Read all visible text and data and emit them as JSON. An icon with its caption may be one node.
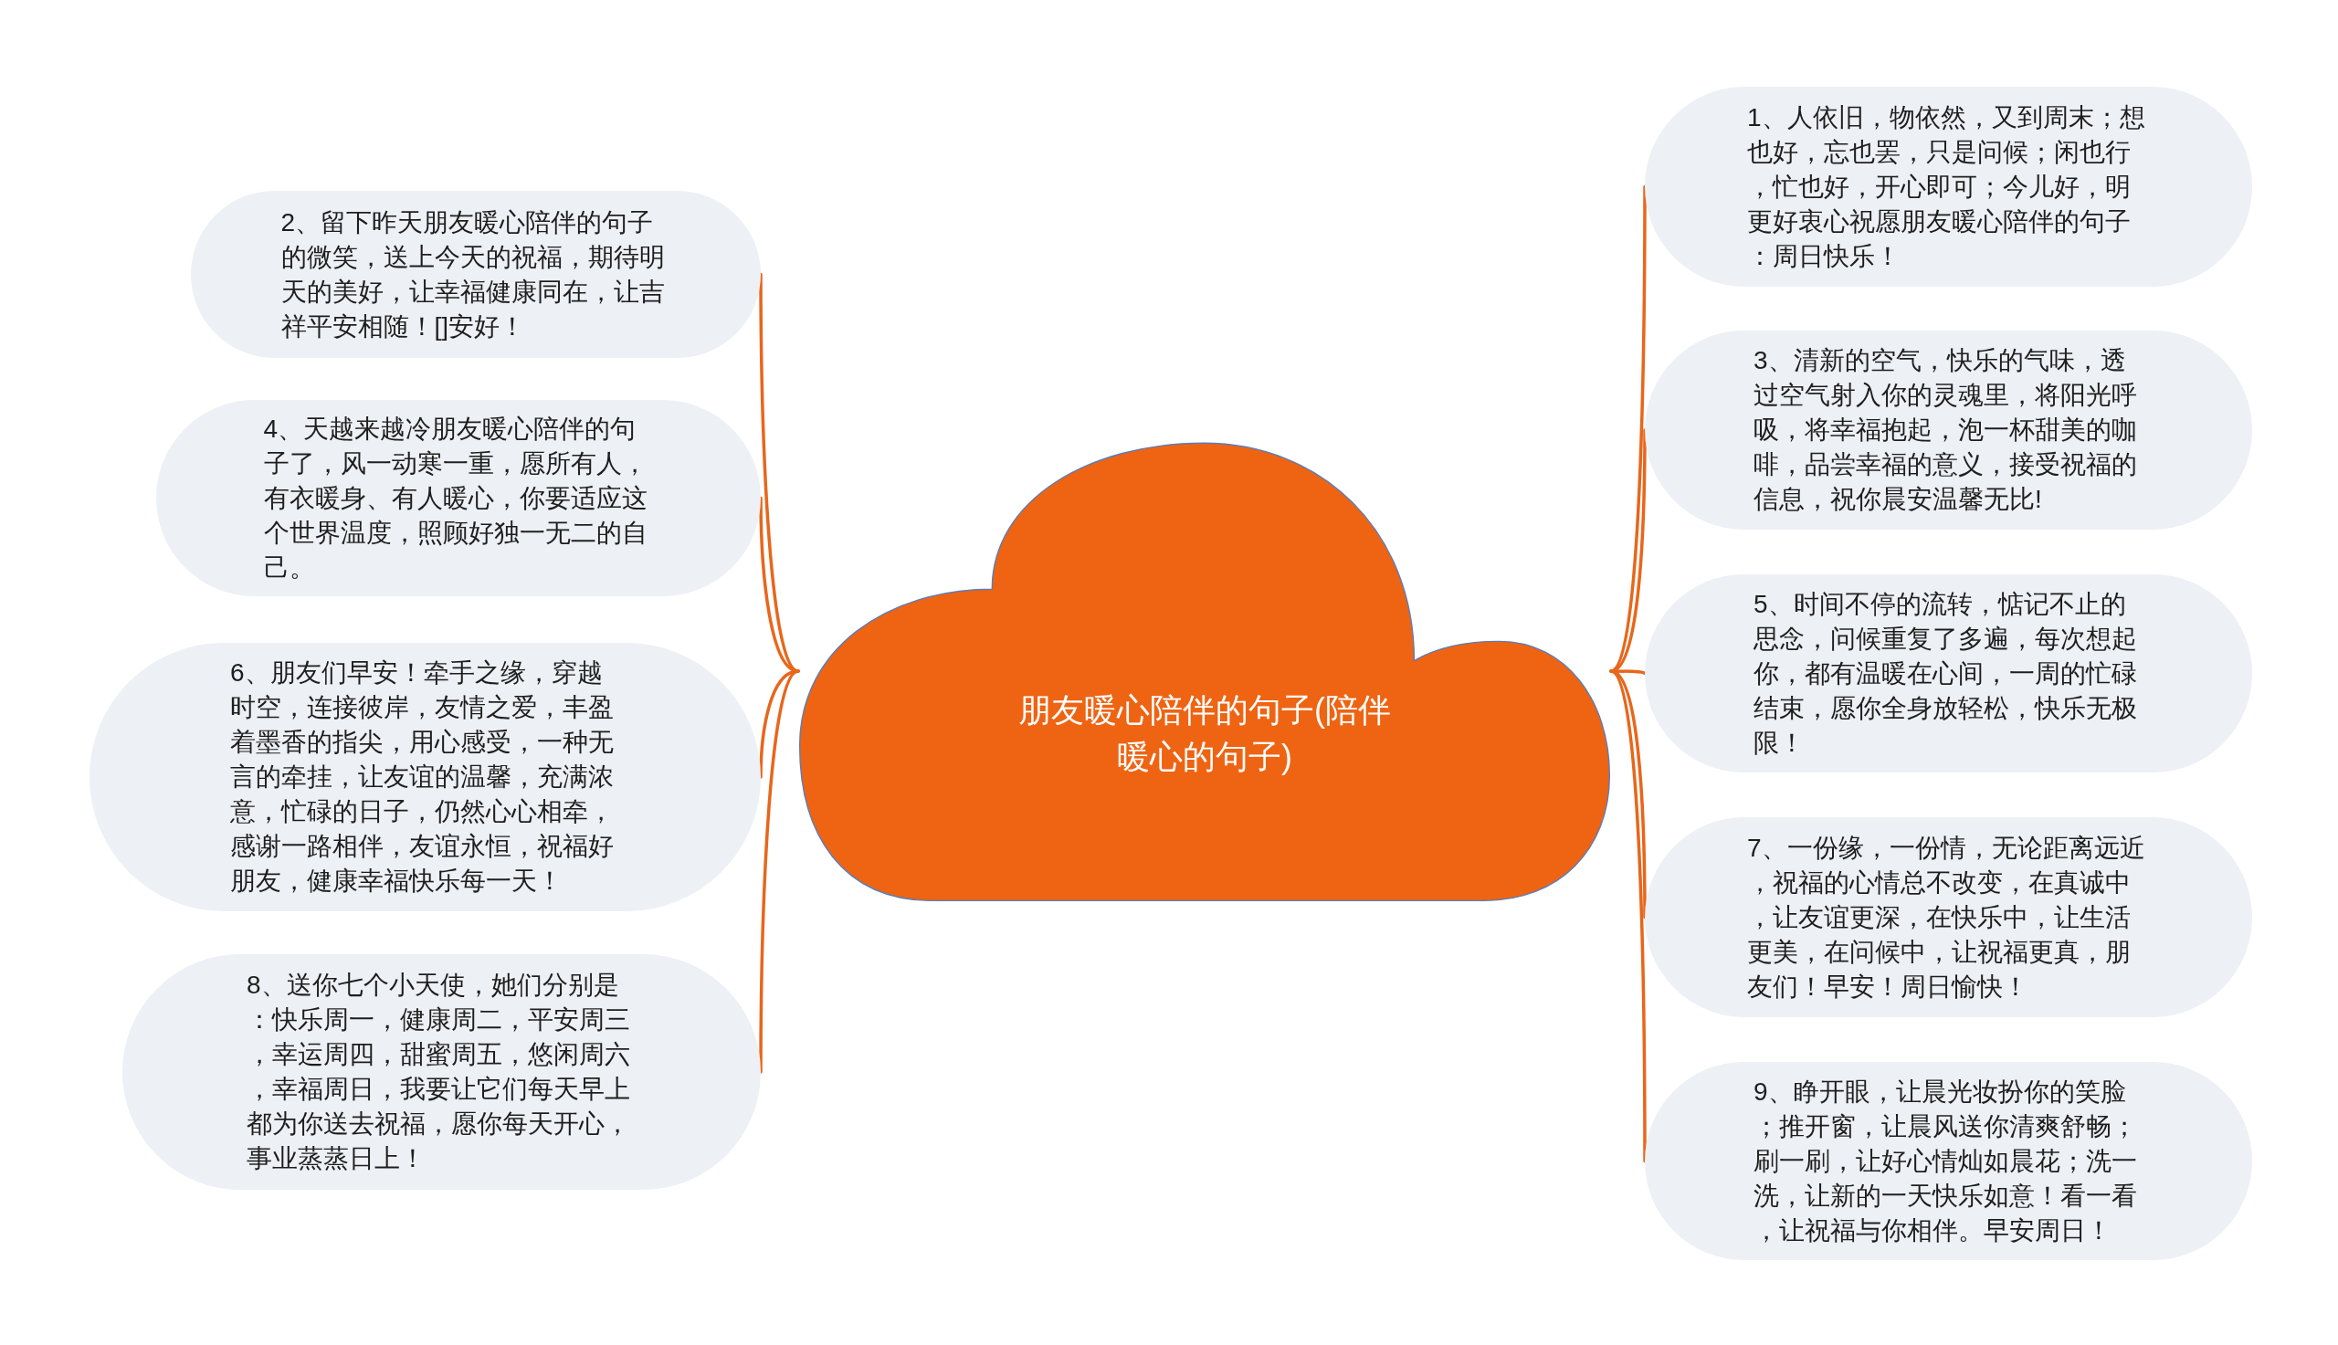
{
  "diagram": {
    "nodes": [
      {
        "text": [
          "朋友暖心陪伴的句子(陪伴暖心的句子)"
        ]
      },
      {
        "text": [
          "1、人依旧，物依然，又到周末；想也好，忘也罢，只是问候；闲也行，忙也好，开心即可；今儿好，明更好衷心祝愿朋友暖心陪伴的句子：周日快乐！"
        ]
      },
      {
        "text": [
          "2、留下昨天朋友暖心陪伴的句子的微笑，送上今天的祝福，期待明天的美好，让幸福健康同在，让吉祥平安相随！[]安好！"
        ]
      },
      {
        "text": [
          "3、清新的空气，快乐的气味，透过空气射入你的灵魂里，将阳光呼吸，将幸福抱起，泡一杯甜美的咖啡，品尝幸福的意义，接受祝福的信息，祝你晨安温馨无比!"
        ]
      },
      {
        "text": [
          "4、天越来越冷朋友暖心陪伴的句子了，风一动寒一重，愿所有人，有衣暖身、有人暖心，你要适应这个世界温度，照顾好独一无二的自己。"
        ]
      },
      {
        "text": [
          "5、时间不停的流转，惦记不止的思念，问候重复了多遍，每次想起你，都有温暖在心间，一周的忙碌结束，愿你全身放轻松，快乐无极限！"
        ]
      },
      {
        "text": [
          "6、朋友们早安！牵手之缘，穿越时空，连接彼岸，友情之爱，丰盈着墨香的指尖，用心感受，一种无言的牵挂，让友谊的温馨，充满浓意，忙碌的日子，仍然心心相牵，感谢一路相伴，友谊永恒，祝福好朋友，健康幸福快乐每一天！"
        ]
      },
      {
        "text": [
          "7、一份缘，一份情，无论距离远近，祝福的心情总不改变，在真诚中，让友谊更深，在快乐中，让生活更美，在问候中，让祝福更真，朋友们！早安！周日愉快！"
        ]
      },
      {
        "text": [
          "8、送你七个小天使，她们分别是：快乐周一，健康周二，平安周三，幸运周四，甜蜜周五，悠闲周六，幸福周日，我要让它们每天早上都为你送去祝福，愿你每天开心，事业蒸蒸日上！"
        ]
      },
      {
        "text": [
          "9、睁开眼，让晨光妆扮你的笑脸；推开窗，让晨风送你清爽舒畅；刷一刷，让好心情灿如晨花；洗一洗，让新的一天快乐如意！看一看，让祝福与你相伴。早安周日！"
        ]
      }
    ],
    "edges": [
      {
        "from": 0,
        "to": 1,
        "arrow": "none"
      },
      {
        "from": 0,
        "to": 2,
        "arrow": "none"
      },
      {
        "from": 0,
        "to": 3,
        "arrow": "none"
      },
      {
        "from": 0,
        "to": 4,
        "arrow": "none"
      },
      {
        "from": 0,
        "to": 5,
        "arrow": "none"
      },
      {
        "from": 0,
        "to": 6,
        "arrow": "none"
      },
      {
        "from": 0,
        "to": 7,
        "arrow": "none"
      },
      {
        "from": 0,
        "to": 8,
        "arrow": "none"
      },
      {
        "from": 0,
        "to": 9,
        "arrow": "none"
      }
    ]
  }
}
